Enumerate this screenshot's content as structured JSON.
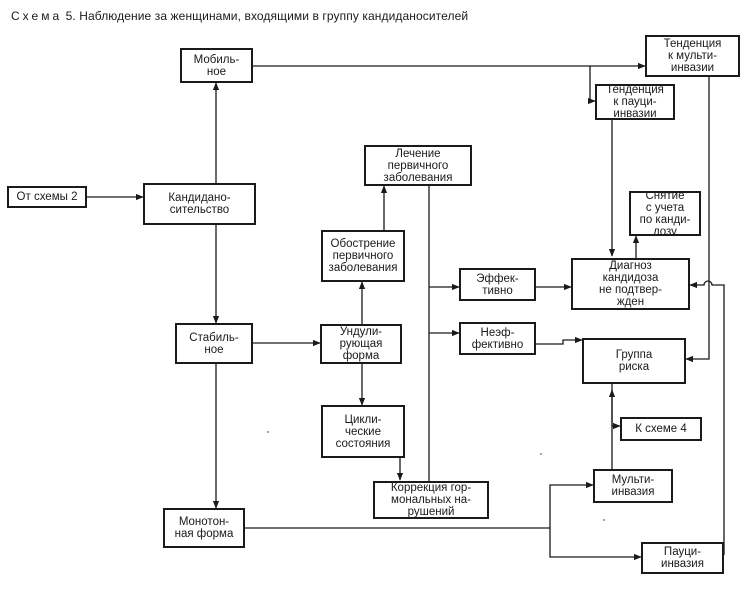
{
  "title": {
    "prefix": "Схема",
    "text": "5. Наблюдение за женщинами, входящими в группу кандиданосителей"
  },
  "nodes": {
    "from_scheme2": "От схемы 2",
    "carriage": "Кандидано-\nсительство",
    "mobile": "Мобиль-\nное",
    "stable": "Стабиль-\nное",
    "monotone": "Монотон-\nная форма",
    "undulating": "Ундули-\nрующая\nформа",
    "exacerbation": "Обострение\nпервичного\nзаболевания",
    "treatment": "Лечение\nпервичного\nзаболевания",
    "cyclic": "Цикли-\nческие\nсостояния",
    "hormonal": "Коррекция гор-\nмональных на-\nрушений",
    "effective": "Эффек-\nтивно",
    "ineffective": "Неэф-\nфективно",
    "trend_multi": "Тенденция\nк мульти-\nинвазии",
    "trend_pauci": "Тенденция\nк пауци-\nинвазии",
    "deregistration": "Снятие\nс учета\nпо канди-\nдозу",
    "not_confirmed": "Диагноз\nкандидоза\nне подтвер-\nжден",
    "risk_group": "Группа\nриска",
    "to_scheme4": "К схеме 4",
    "multi": "Мульти-\nинвазия",
    "pauci": "Пауци-\nинвазия"
  }
}
